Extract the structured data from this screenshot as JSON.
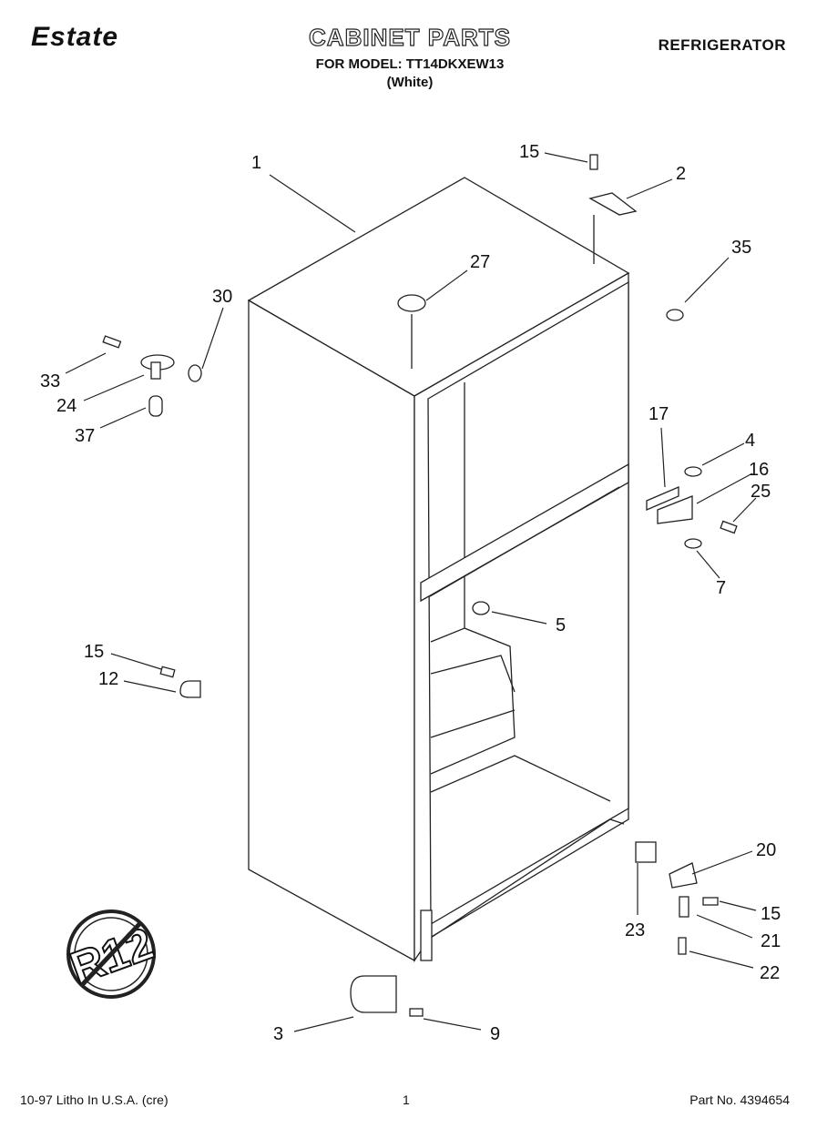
{
  "header": {
    "brand": "Estate",
    "title": "CABINET PARTS",
    "model_line": "FOR MODEL: TT14DKXEW13",
    "color": "(White)",
    "product": "REFRIGERATOR"
  },
  "callouts": [
    "1",
    "2",
    "3",
    "4",
    "5",
    "7",
    "9",
    "12",
    "15",
    "15",
    "15",
    "16",
    "17",
    "20",
    "21",
    "22",
    "23",
    "24",
    "25",
    "27",
    "30",
    "33",
    "35",
    "37"
  ],
  "badge": {
    "text": "R12"
  },
  "footer": {
    "print_info": "10-97 Litho In U.S.A. (cre)",
    "page": "1",
    "part_no": "Part No. 4394654"
  }
}
